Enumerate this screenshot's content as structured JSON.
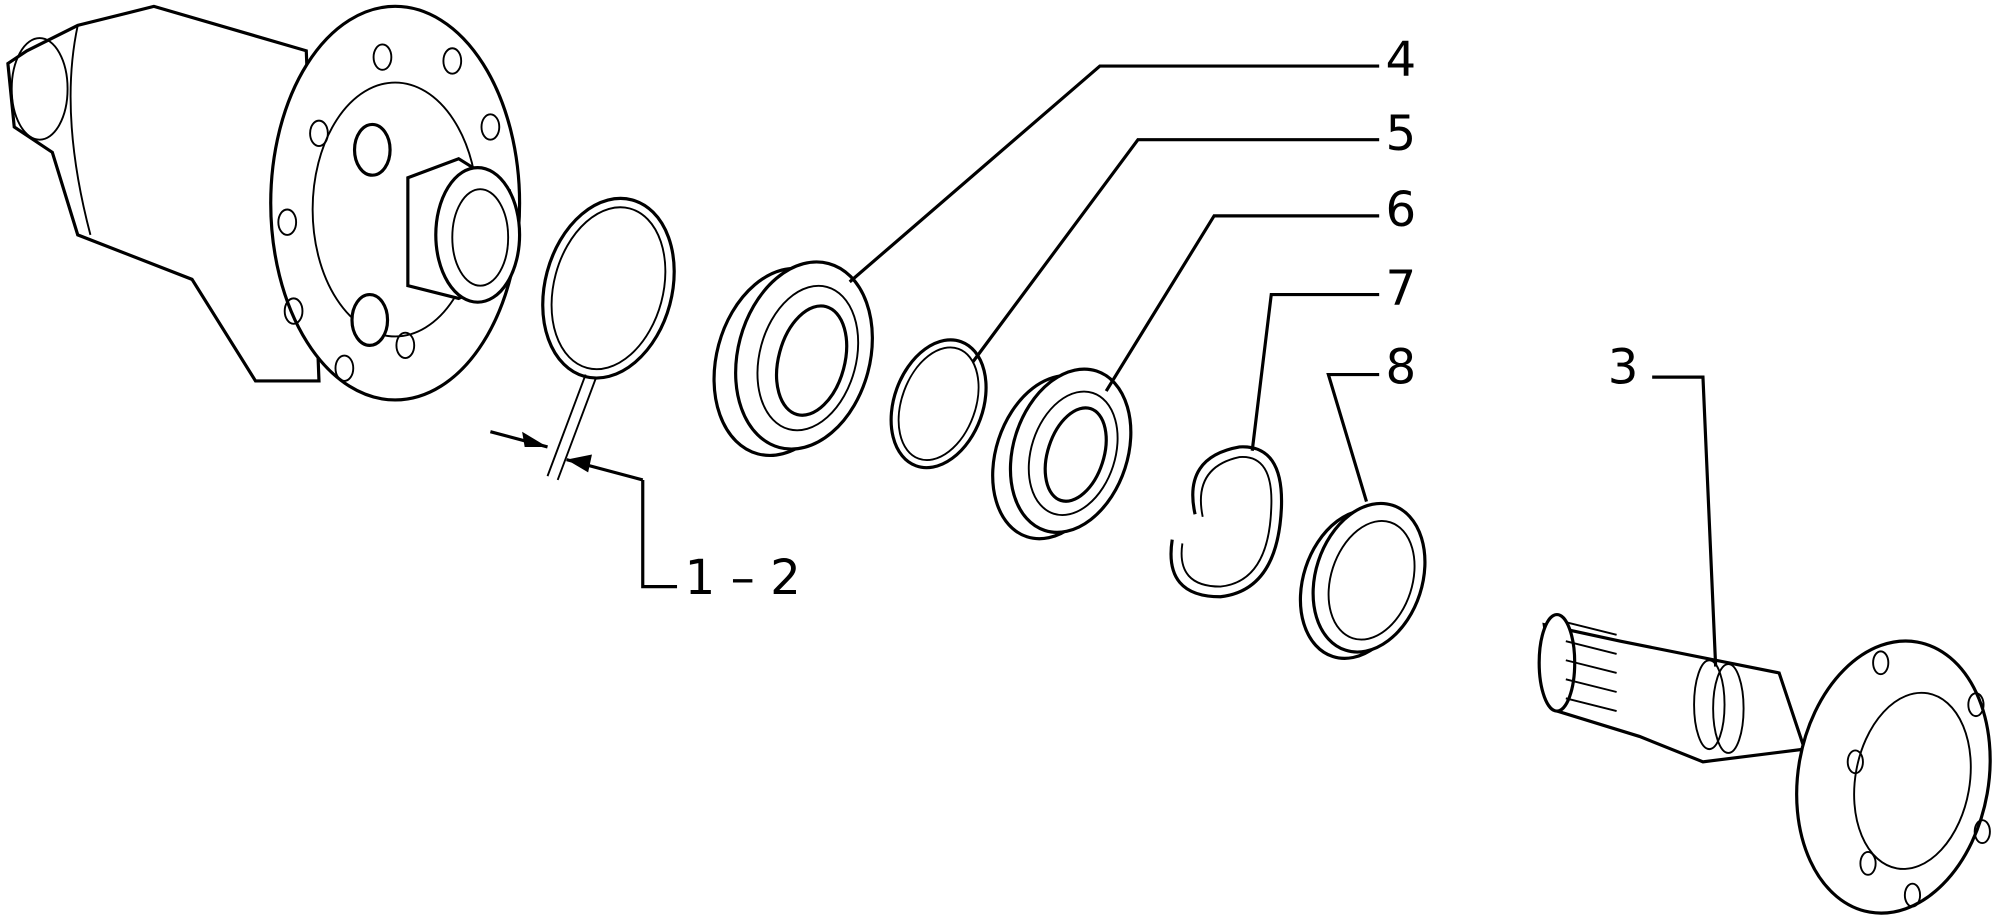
{
  "labels": {
    "part_4": "4",
    "part_5": "5",
    "part_6": "6",
    "part_7": "7",
    "part_8": "8",
    "part_3": "3",
    "part_1_2": "1 – 2"
  }
}
